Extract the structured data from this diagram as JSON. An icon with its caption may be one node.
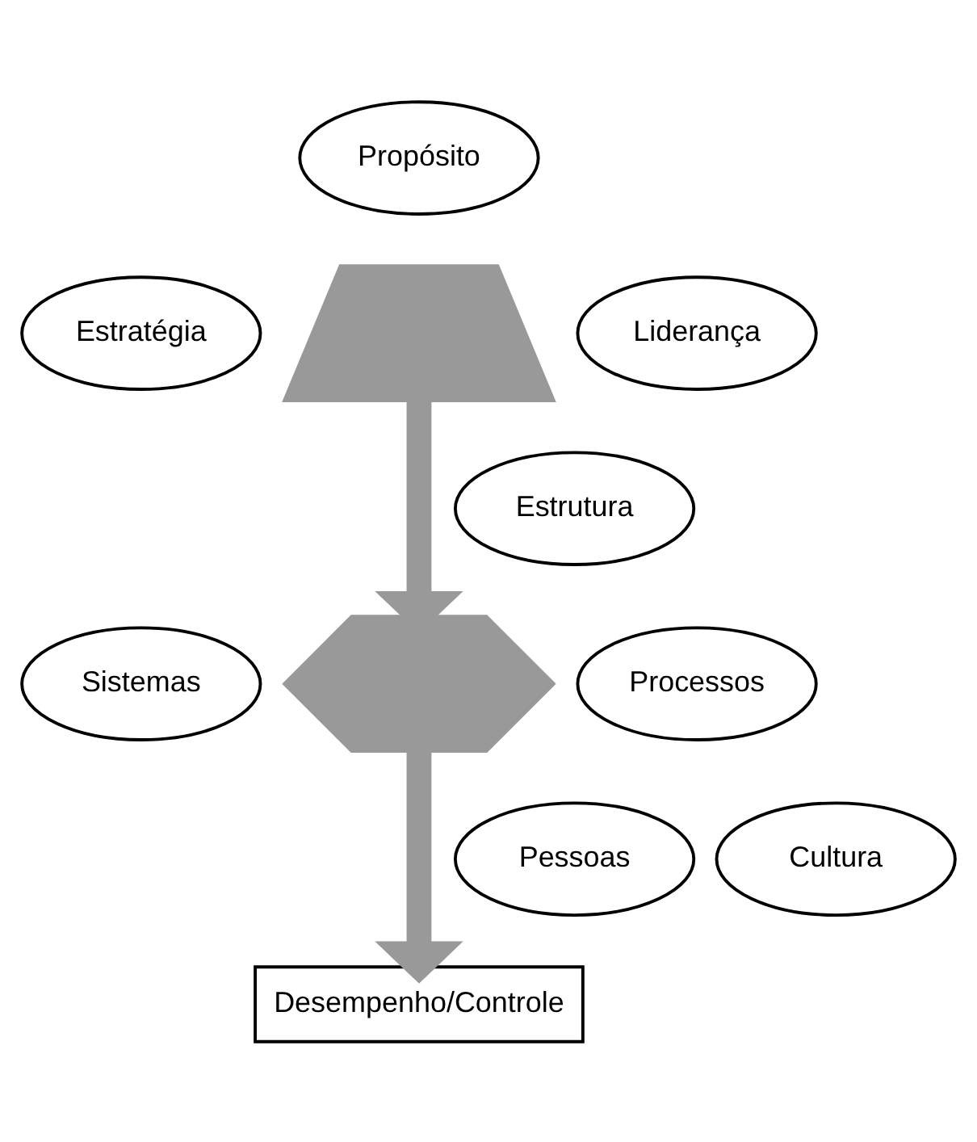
{
  "diagram": {
    "nodes": [
      {
        "text": [],
        "shape": "trapezoid"
      },
      {
        "text": [
          "Propósito"
        ]
      },
      {
        "text": [
          "Estratégia"
        ]
      },
      {
        "text": [
          "Liderança"
        ]
      },
      {
        "text": [],
        "shape": "hexagon"
      },
      {
        "text": [
          "Estrutura"
        ]
      },
      {
        "text": [
          "Sistemas"
        ]
      },
      {
        "text": [
          "Processos"
        ]
      },
      {
        "text": [
          "Pessoas"
        ]
      },
      {
        "text": [
          "Cultura"
        ]
      },
      {
        "text": [
          "Desempenho/Controle"
        ]
      }
    ],
    "edges": [
      {
        "from": 0,
        "to": 4,
        "arrow": "to"
      },
      {
        "from": 4,
        "to": 10,
        "arrow": "to"
      }
    ]
  }
}
